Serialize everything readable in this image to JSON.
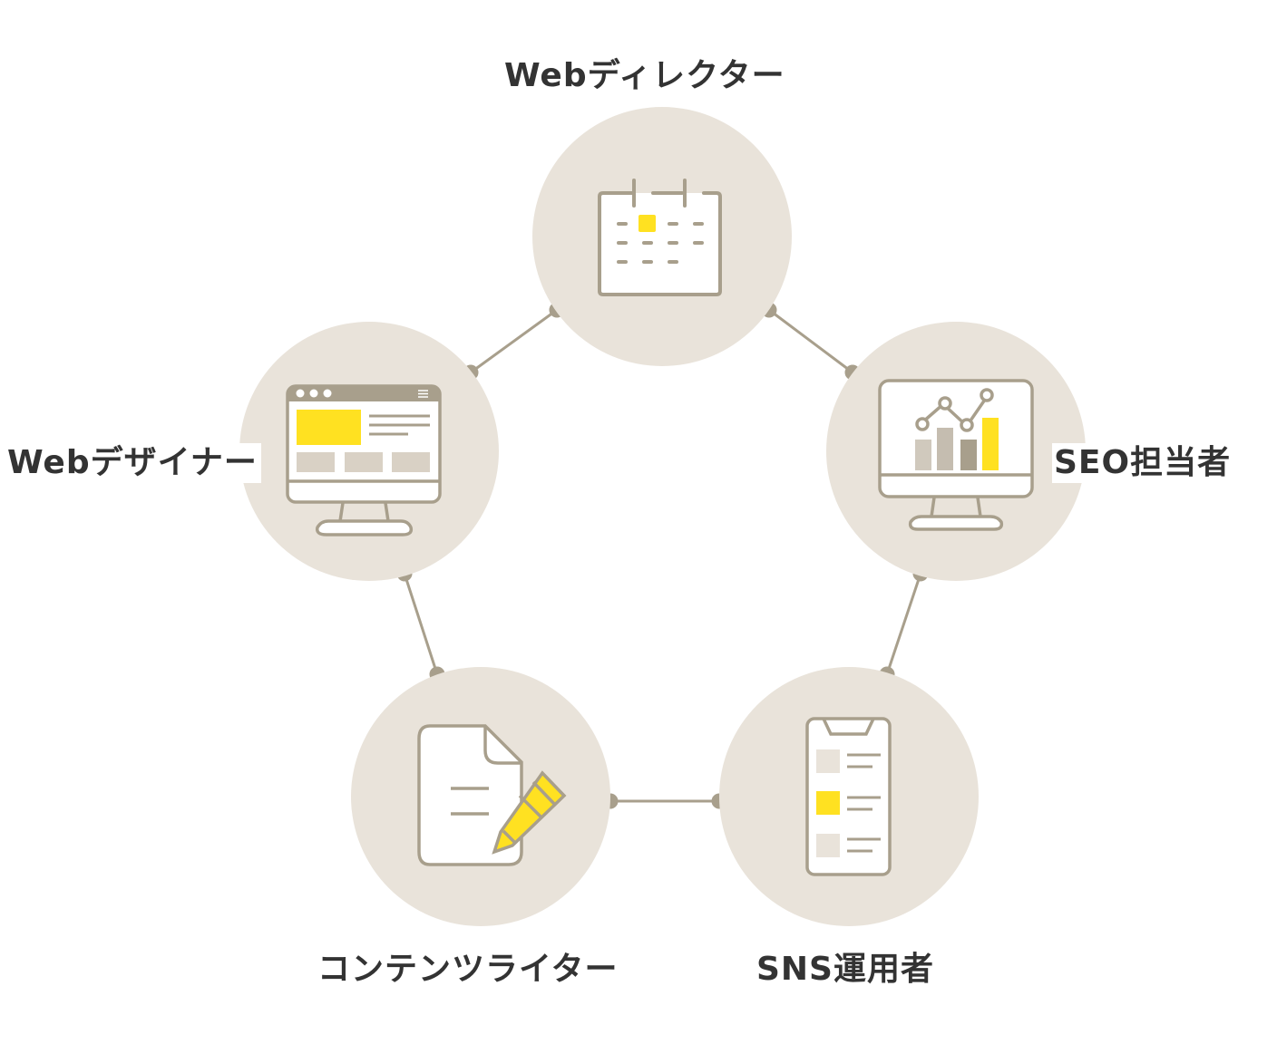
{
  "colors": {
    "circle": "#e9e3da",
    "line": "#a89f8c",
    "accent": "#ffe121",
    "text": "#333333"
  },
  "roles": [
    {
      "id": "web-director",
      "label": "Webディレクター",
      "icon": "calendar-icon"
    },
    {
      "id": "seo",
      "label": "SEO担当者",
      "icon": "analytics-monitor-icon"
    },
    {
      "id": "sns",
      "label": "SNS運用者",
      "icon": "smartphone-feed-icon"
    },
    {
      "id": "writer",
      "label": "コンテンツライター",
      "icon": "document-pencil-icon"
    },
    {
      "id": "web-designer",
      "label": "Webデザイナー",
      "icon": "website-monitor-icon"
    }
  ]
}
